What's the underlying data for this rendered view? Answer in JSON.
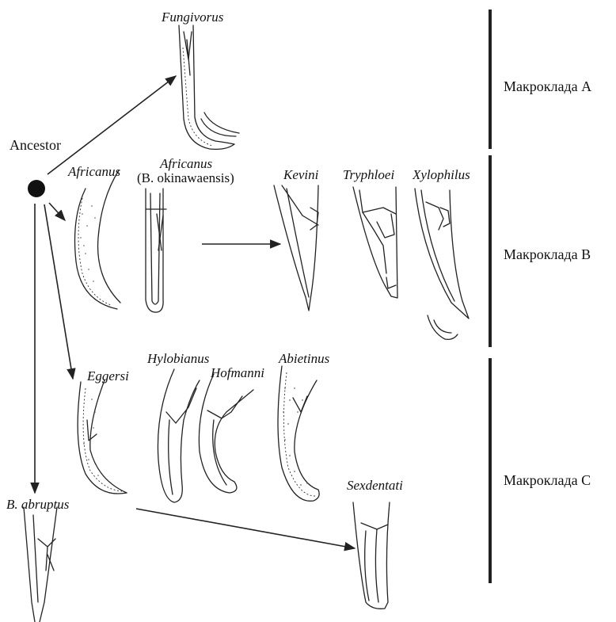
{
  "root": {
    "label": "Ancestor"
  },
  "taxa": {
    "fungivorus": "Fungivorus",
    "africanus1": "Africanus",
    "africanus2": "Africanus",
    "okinawaensis": "(B. okinawaensis)",
    "kevini": "Kevini",
    "tryphloei": "Tryphloei",
    "xylophilus": "Xylophilus",
    "eggersi": "Eggersi",
    "hylobianus": "Hylobianus",
    "hofmanni": "Hofmanni",
    "abietinus": "Abietinus",
    "sexdentati": "Sexdentati",
    "abruptus": "B. abruptus"
  },
  "clades": {
    "a": "Макроклада A",
    "b": "Макроклада B",
    "c": "Макроклада C"
  },
  "colors": {
    "line": "#222222",
    "background": "#ffffff"
  }
}
